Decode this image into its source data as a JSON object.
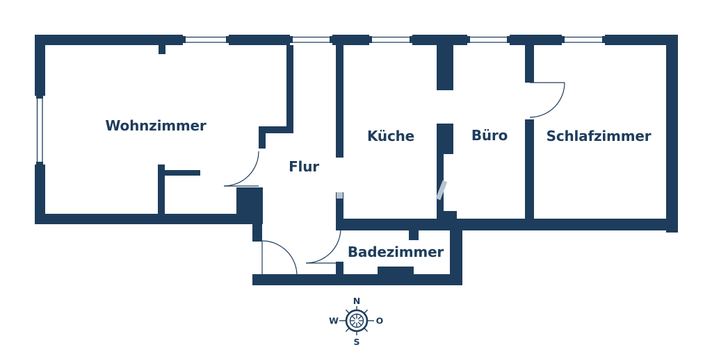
{
  "plan": {
    "rooms": [
      {
        "id": "wohnzimmer",
        "label": "Wohnzimmer"
      },
      {
        "id": "flur",
        "label": "Flur"
      },
      {
        "id": "kueche",
        "label": "Küche"
      },
      {
        "id": "buero",
        "label": "Büro"
      },
      {
        "id": "schlafzimmer",
        "label": "Schlafzimmer"
      },
      {
        "id": "badezimmer",
        "label": "Badezimmer"
      }
    ]
  },
  "compass": {
    "north": "N",
    "east": "O",
    "south": "S",
    "west": "W"
  },
  "colors": {
    "wall": "#1e3d5c",
    "line": "#1e3d5c",
    "background": "#ffffff",
    "watermark_fragment": "#b7c4d1"
  }
}
